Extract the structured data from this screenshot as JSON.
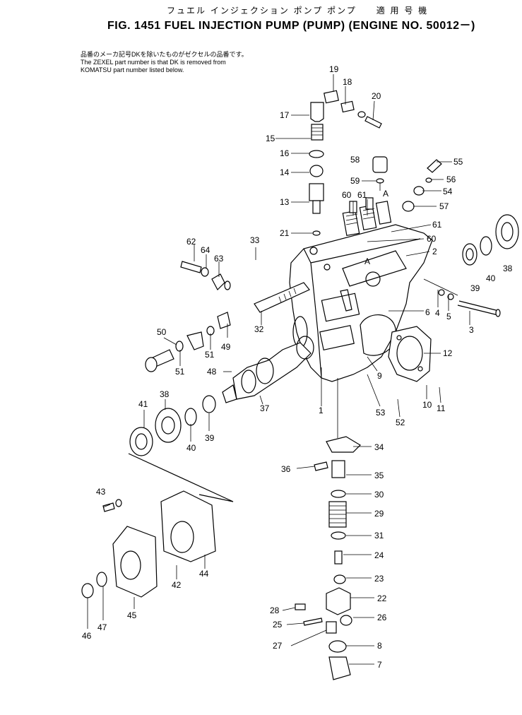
{
  "header": {
    "japanese_title": "フュエル インジェクション ポンプ ポンプ　　適 用 号 機",
    "title": "FIG. 1451  FUEL INJECTION PUMP (PUMP) (ENGINE NO. 50012－)"
  },
  "note": {
    "line1": "品番のメーカ記号DKを除いたものがゼクセルの品番です。",
    "line2": "The ZEXEL part number is that DK is removed from",
    "line3": "KOMATSU part number listed below."
  },
  "callouts": [
    {
      "id": "19",
      "label": "19"
    },
    {
      "id": "18",
      "label": "18"
    },
    {
      "id": "20",
      "label": "20"
    },
    {
      "id": "17",
      "label": "17"
    },
    {
      "id": "15",
      "label": "15"
    },
    {
      "id": "16",
      "label": "16"
    },
    {
      "id": "14",
      "label": "14"
    },
    {
      "id": "13",
      "label": "13"
    },
    {
      "id": "21",
      "label": "21"
    },
    {
      "id": "58",
      "label": "58"
    },
    {
      "id": "59",
      "label": "59"
    },
    {
      "id": "A_top",
      "label": "A"
    },
    {
      "id": "55",
      "label": "55"
    },
    {
      "id": "56",
      "label": "56"
    },
    {
      "id": "54",
      "label": "54"
    },
    {
      "id": "57",
      "label": "57"
    },
    {
      "id": "60a",
      "label": "60"
    },
    {
      "id": "61a",
      "label": "61"
    },
    {
      "id": "61b",
      "label": "61"
    },
    {
      "id": "60b",
      "label": "60"
    },
    {
      "id": "2",
      "label": "2"
    },
    {
      "id": "A_mid",
      "label": "A"
    },
    {
      "id": "33",
      "label": "33"
    },
    {
      "id": "62",
      "label": "62"
    },
    {
      "id": "64",
      "label": "64"
    },
    {
      "id": "63",
      "label": "63"
    },
    {
      "id": "38a",
      "label": "38"
    },
    {
      "id": "39a",
      "label": "39"
    },
    {
      "id": "40a",
      "label": "40"
    },
    {
      "id": "4",
      "label": "4"
    },
    {
      "id": "5",
      "label": "5"
    },
    {
      "id": "3",
      "label": "3"
    },
    {
      "id": "6",
      "label": "6"
    },
    {
      "id": "32",
      "label": "32"
    },
    {
      "id": "50",
      "label": "50"
    },
    {
      "id": "49",
      "label": "49"
    },
    {
      "id": "51a",
      "label": "51"
    },
    {
      "id": "51b",
      "label": "51"
    },
    {
      "id": "12",
      "label": "12"
    },
    {
      "id": "9",
      "label": "9"
    },
    {
      "id": "48",
      "label": "48"
    },
    {
      "id": "37",
      "label": "37"
    },
    {
      "id": "1",
      "label": "1"
    },
    {
      "id": "53",
      "label": "53"
    },
    {
      "id": "52",
      "label": "52"
    },
    {
      "id": "10",
      "label": "10"
    },
    {
      "id": "11",
      "label": "11"
    },
    {
      "id": "41",
      "label": "41"
    },
    {
      "id": "38b",
      "label": "38"
    },
    {
      "id": "40b",
      "label": "40"
    },
    {
      "id": "39b",
      "label": "39"
    },
    {
      "id": "34",
      "label": "34"
    },
    {
      "id": "36",
      "label": "36"
    },
    {
      "id": "35",
      "label": "35"
    },
    {
      "id": "30",
      "label": "30"
    },
    {
      "id": "29",
      "label": "29"
    },
    {
      "id": "31",
      "label": "31"
    },
    {
      "id": "24",
      "label": "24"
    },
    {
      "id": "23",
      "label": "23"
    },
    {
      "id": "22",
      "label": "22"
    },
    {
      "id": "28",
      "label": "28"
    },
    {
      "id": "26",
      "label": "26"
    },
    {
      "id": "25",
      "label": "25"
    },
    {
      "id": "27",
      "label": "27"
    },
    {
      "id": "8",
      "label": "8"
    },
    {
      "id": "7",
      "label": "7"
    },
    {
      "id": "43",
      "label": "43"
    },
    {
      "id": "42",
      "label": "42"
    },
    {
      "id": "44",
      "label": "44"
    },
    {
      "id": "45",
      "label": "45"
    },
    {
      "id": "46",
      "label": "46"
    },
    {
      "id": "47",
      "label": "47"
    }
  ]
}
